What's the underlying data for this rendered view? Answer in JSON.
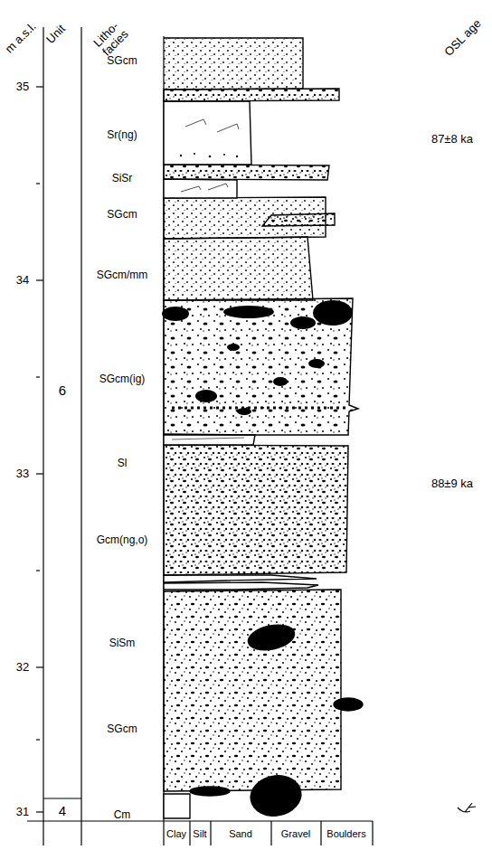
{
  "diagram": {
    "labels": [
      "m a.s.l.",
      "Unit",
      "Litho- facies",
      "OSL age",
      "35",
      "34",
      "33",
      "32",
      "31",
      "6",
      "4",
      "SGcm",
      "Sr(ng)",
      "SiSr",
      "SGcm",
      "SGcm/mm",
      "SGcm(ig)",
      "Sl",
      "Gcm(ng,o)",
      "SiSm",
      "SGcm",
      "Cm",
      "87±8 ka",
      "88±9 ka",
      "Clay",
      "Silt",
      "Sand",
      "Gravel",
      "Boulders"
    ]
  }
}
